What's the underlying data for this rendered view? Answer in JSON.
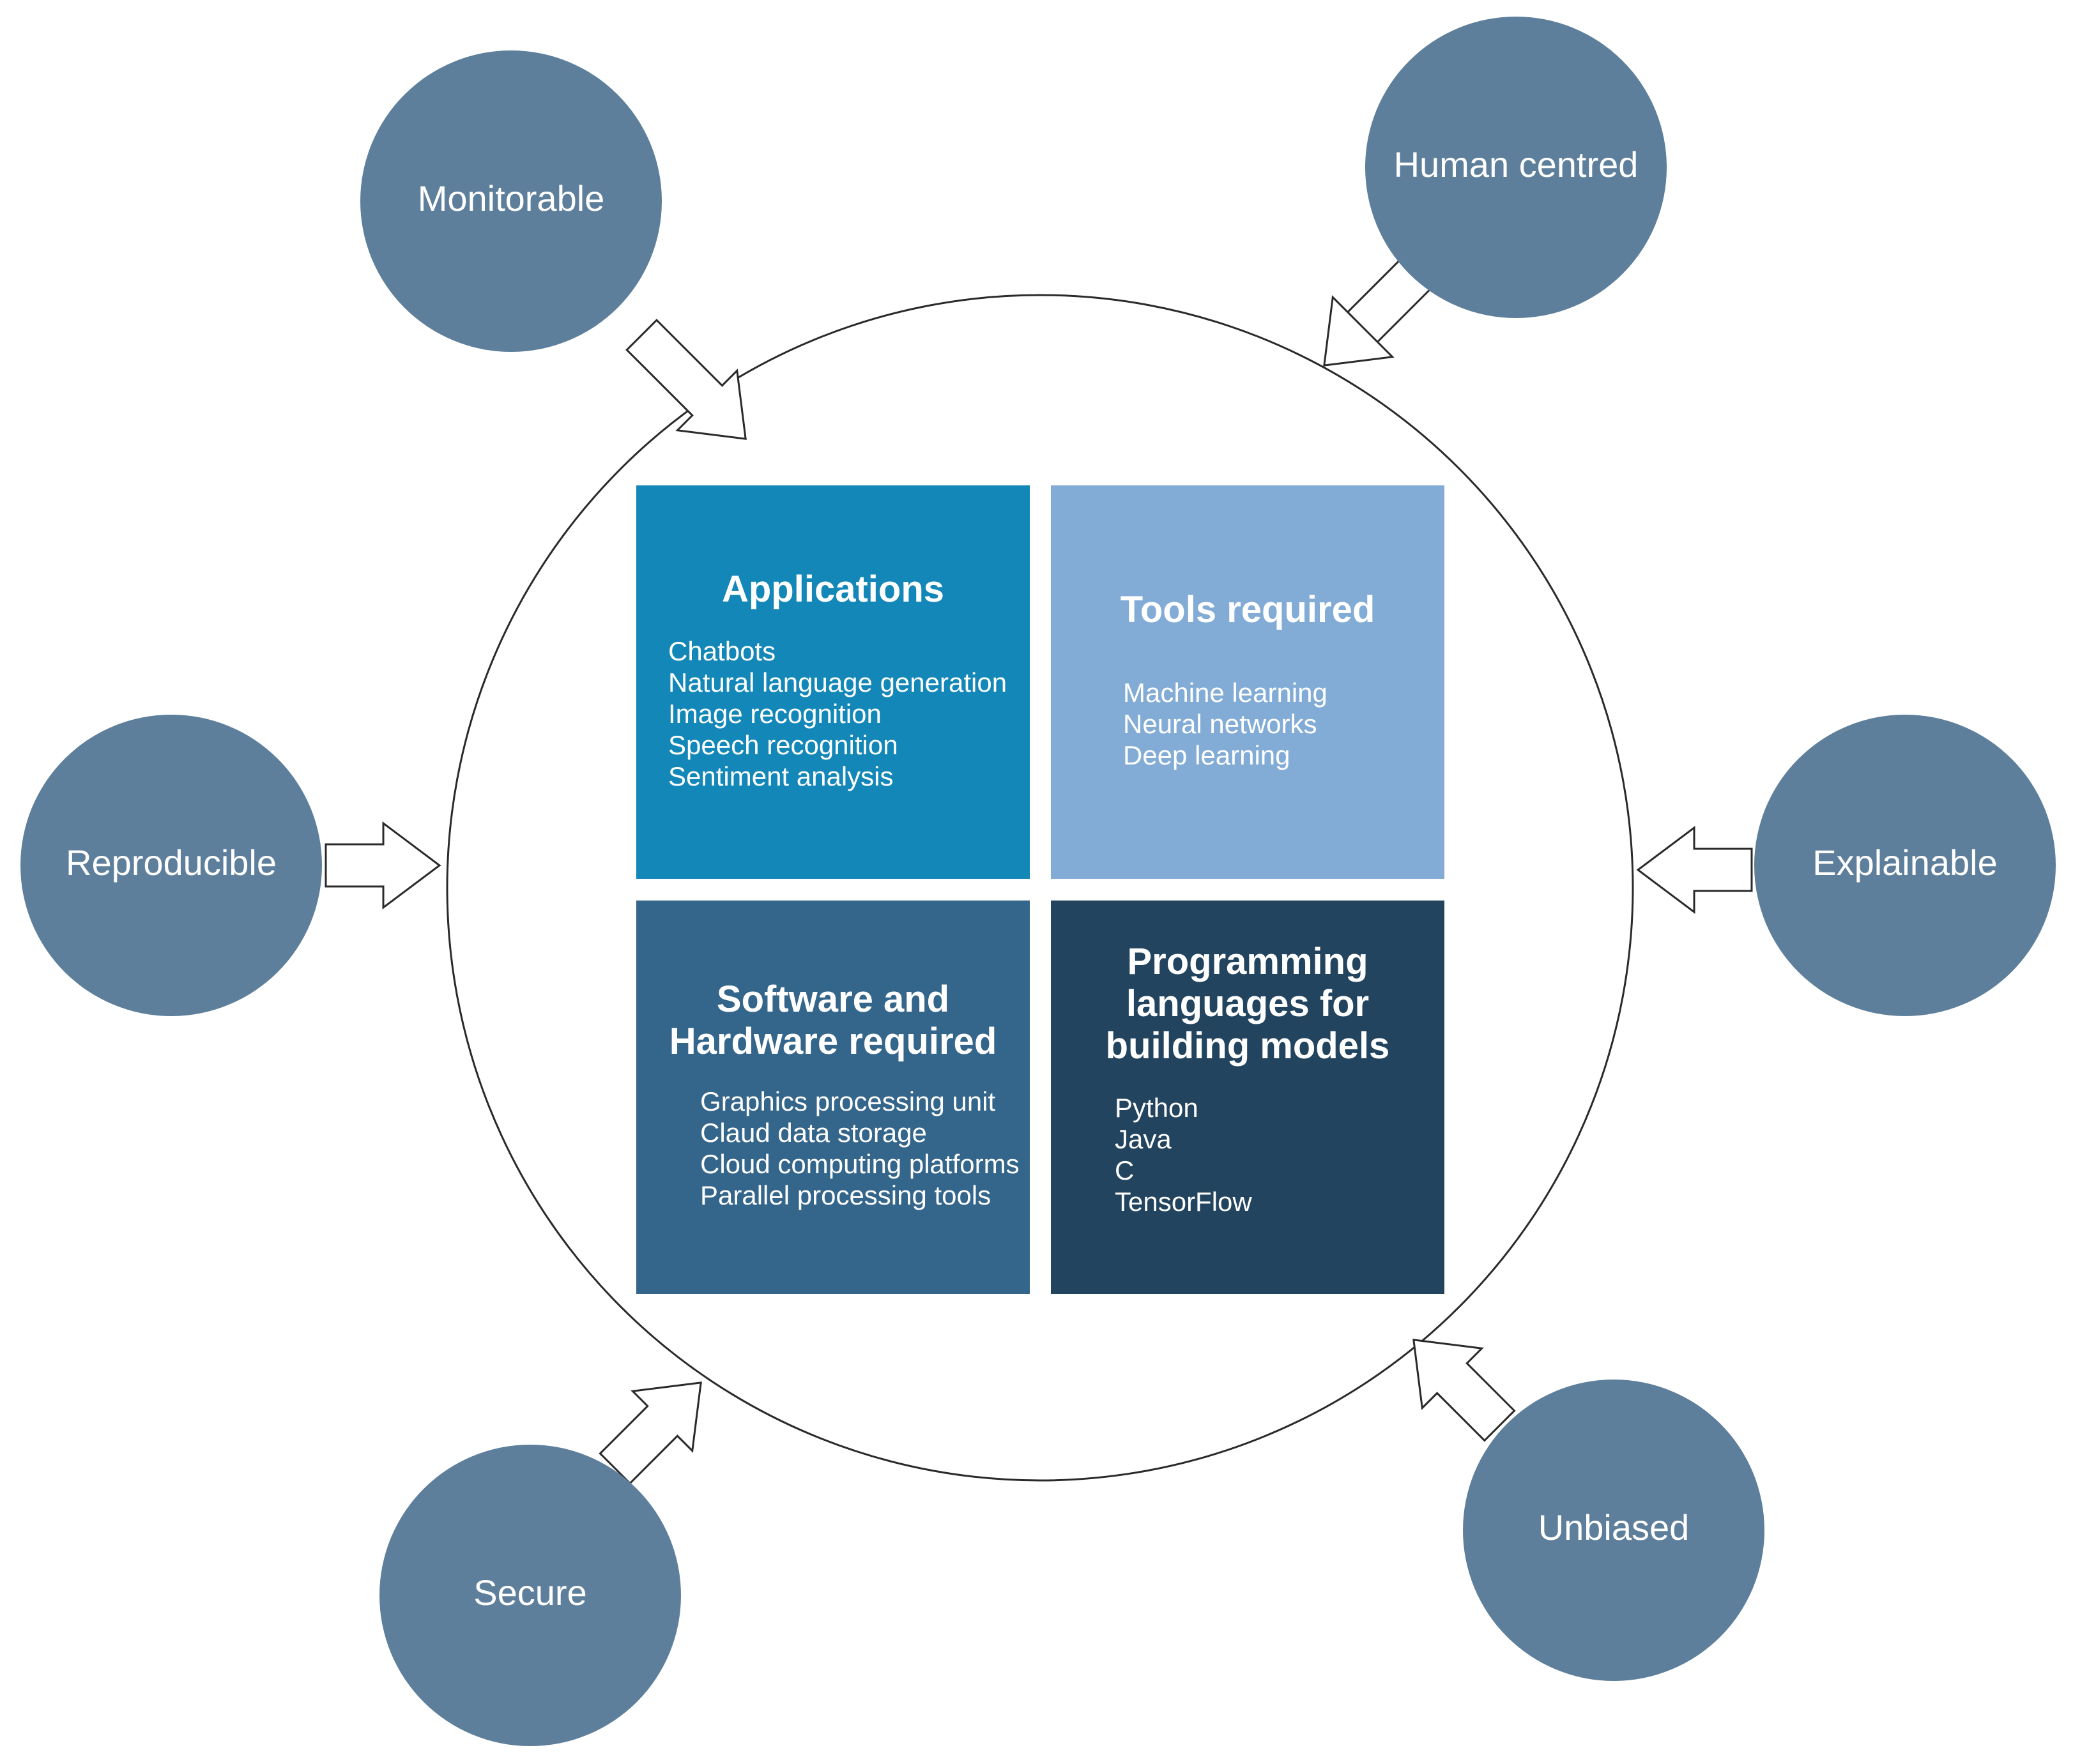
{
  "principles": [
    {
      "id": "monitorable",
      "label": "Monitorable"
    },
    {
      "id": "human-centred",
      "label": "Human centred"
    },
    {
      "id": "reproducible",
      "label": "Reproducible"
    },
    {
      "id": "explainable",
      "label": "Explainable"
    },
    {
      "id": "secure",
      "label": "Secure"
    },
    {
      "id": "unbiased",
      "label": "Unbiased"
    }
  ],
  "quadrants": {
    "applications": {
      "title": "Applications",
      "items": [
        "Chatbots",
        "Natural language generation",
        "Image recognition",
        "Speech recognition",
        "Sentiment analysis"
      ]
    },
    "tools": {
      "title": "Tools required",
      "items": [
        "Machine learning",
        "Neural networks",
        "Deep learning"
      ]
    },
    "software": {
      "title": "Software and Hardware required",
      "items": [
        "Graphics processing unit",
        "Claud data storage",
        "Cloud computing platforms",
        "Parallel processing tools"
      ]
    },
    "programming": {
      "title": "Programming languages for building models",
      "items": [
        "Python",
        "Java",
        "C",
        "TensorFlow"
      ]
    }
  },
  "colors": {
    "bubble": "#5e7f9b",
    "applications": "#1387b8",
    "tools": "#82acd6",
    "software": "#34658a",
    "programming": "#22445f"
  }
}
